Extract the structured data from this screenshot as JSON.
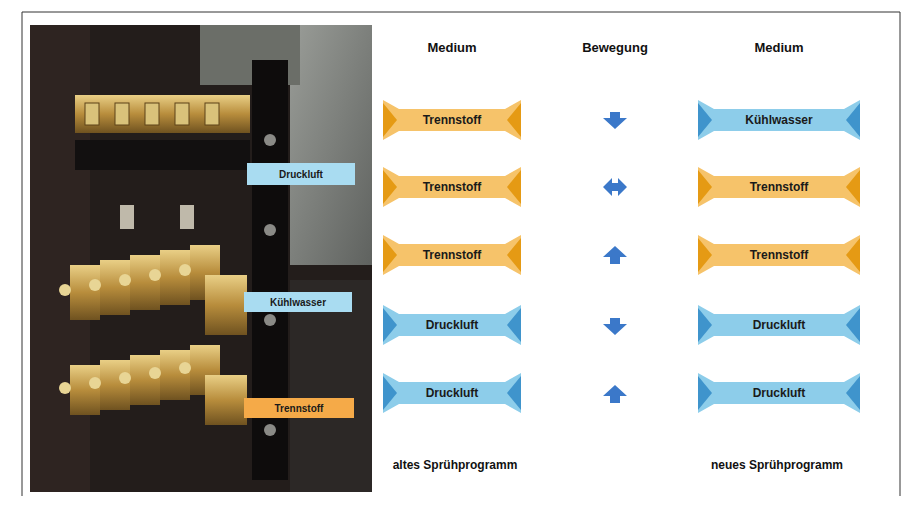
{
  "diagram": {
    "nodes": [
      {
        "text": [
          "Druckluft"
        ]
      },
      {
        "text": [
          "Kühlwasser"
        ]
      },
      {
        "text": [
          "Trennstoff"
        ]
      },
      {
        "text": [
          "Trennstoff"
        ]
      },
      {
        "text": [
          "Kühlwasser"
        ]
      },
      {
        "text": [
          "Trennstoff"
        ]
      },
      {
        "text": [
          "Trennstoff"
        ]
      },
      {
        "text": [
          "Trennstoff"
        ]
      },
      {
        "text": [
          "Trennstoff"
        ]
      },
      {
        "text": [
          "Druckluft"
        ]
      },
      {
        "text": [
          "Druckluft"
        ]
      },
      {
        "text": [
          "Druckluft"
        ]
      },
      {
        "text": [
          "Druckluft"
        ]
      }
    ],
    "labels": [
      "Medium",
      "Bewegung",
      "Medium",
      "altes Sprühprogramm",
      "neues Sprühprogramm"
    ]
  }
}
